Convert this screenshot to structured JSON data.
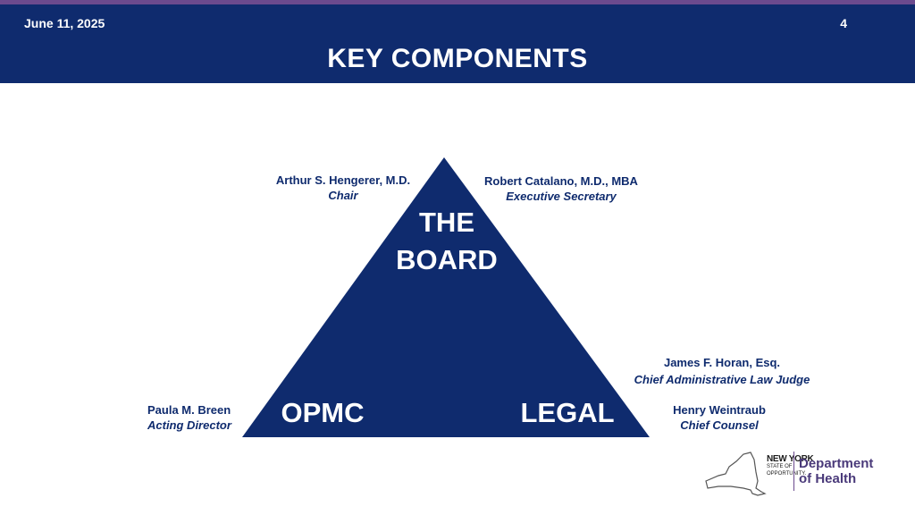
{
  "header": {
    "date": "June 11, 2025",
    "page_number": "4",
    "title": "KEY COMPONENTS"
  },
  "triangle": {
    "top_label_line1": "THE",
    "top_label_line2": "BOARD",
    "bottom_left_label": "OPMC",
    "bottom_right_label": "LEGAL"
  },
  "people": [
    {
      "name": "Arthur S. Hengerer, M.D.",
      "role": "Chair"
    },
    {
      "name": "Robert Catalano, M.D., MBA",
      "role": "Executive Secretary"
    },
    {
      "name": "James F. Horan, Esq.",
      "role": "Chief Administrative Law Judge"
    },
    {
      "name": "Henry Weintraub",
      "role": "Chief Counsel"
    },
    {
      "name": "Paula M. Breen",
      "role": "Acting Director"
    }
  ],
  "logo": {
    "ny_line1": "NEW YORK",
    "ny_line2": "STATE OF",
    "ny_line3": "OPPORTUNITY.",
    "dept_line1": "Department",
    "dept_line2": "of Health"
  },
  "colors": {
    "navy": "#0f2b6e",
    "purple": "#6b4a8e",
    "white": "#ffffff"
  }
}
